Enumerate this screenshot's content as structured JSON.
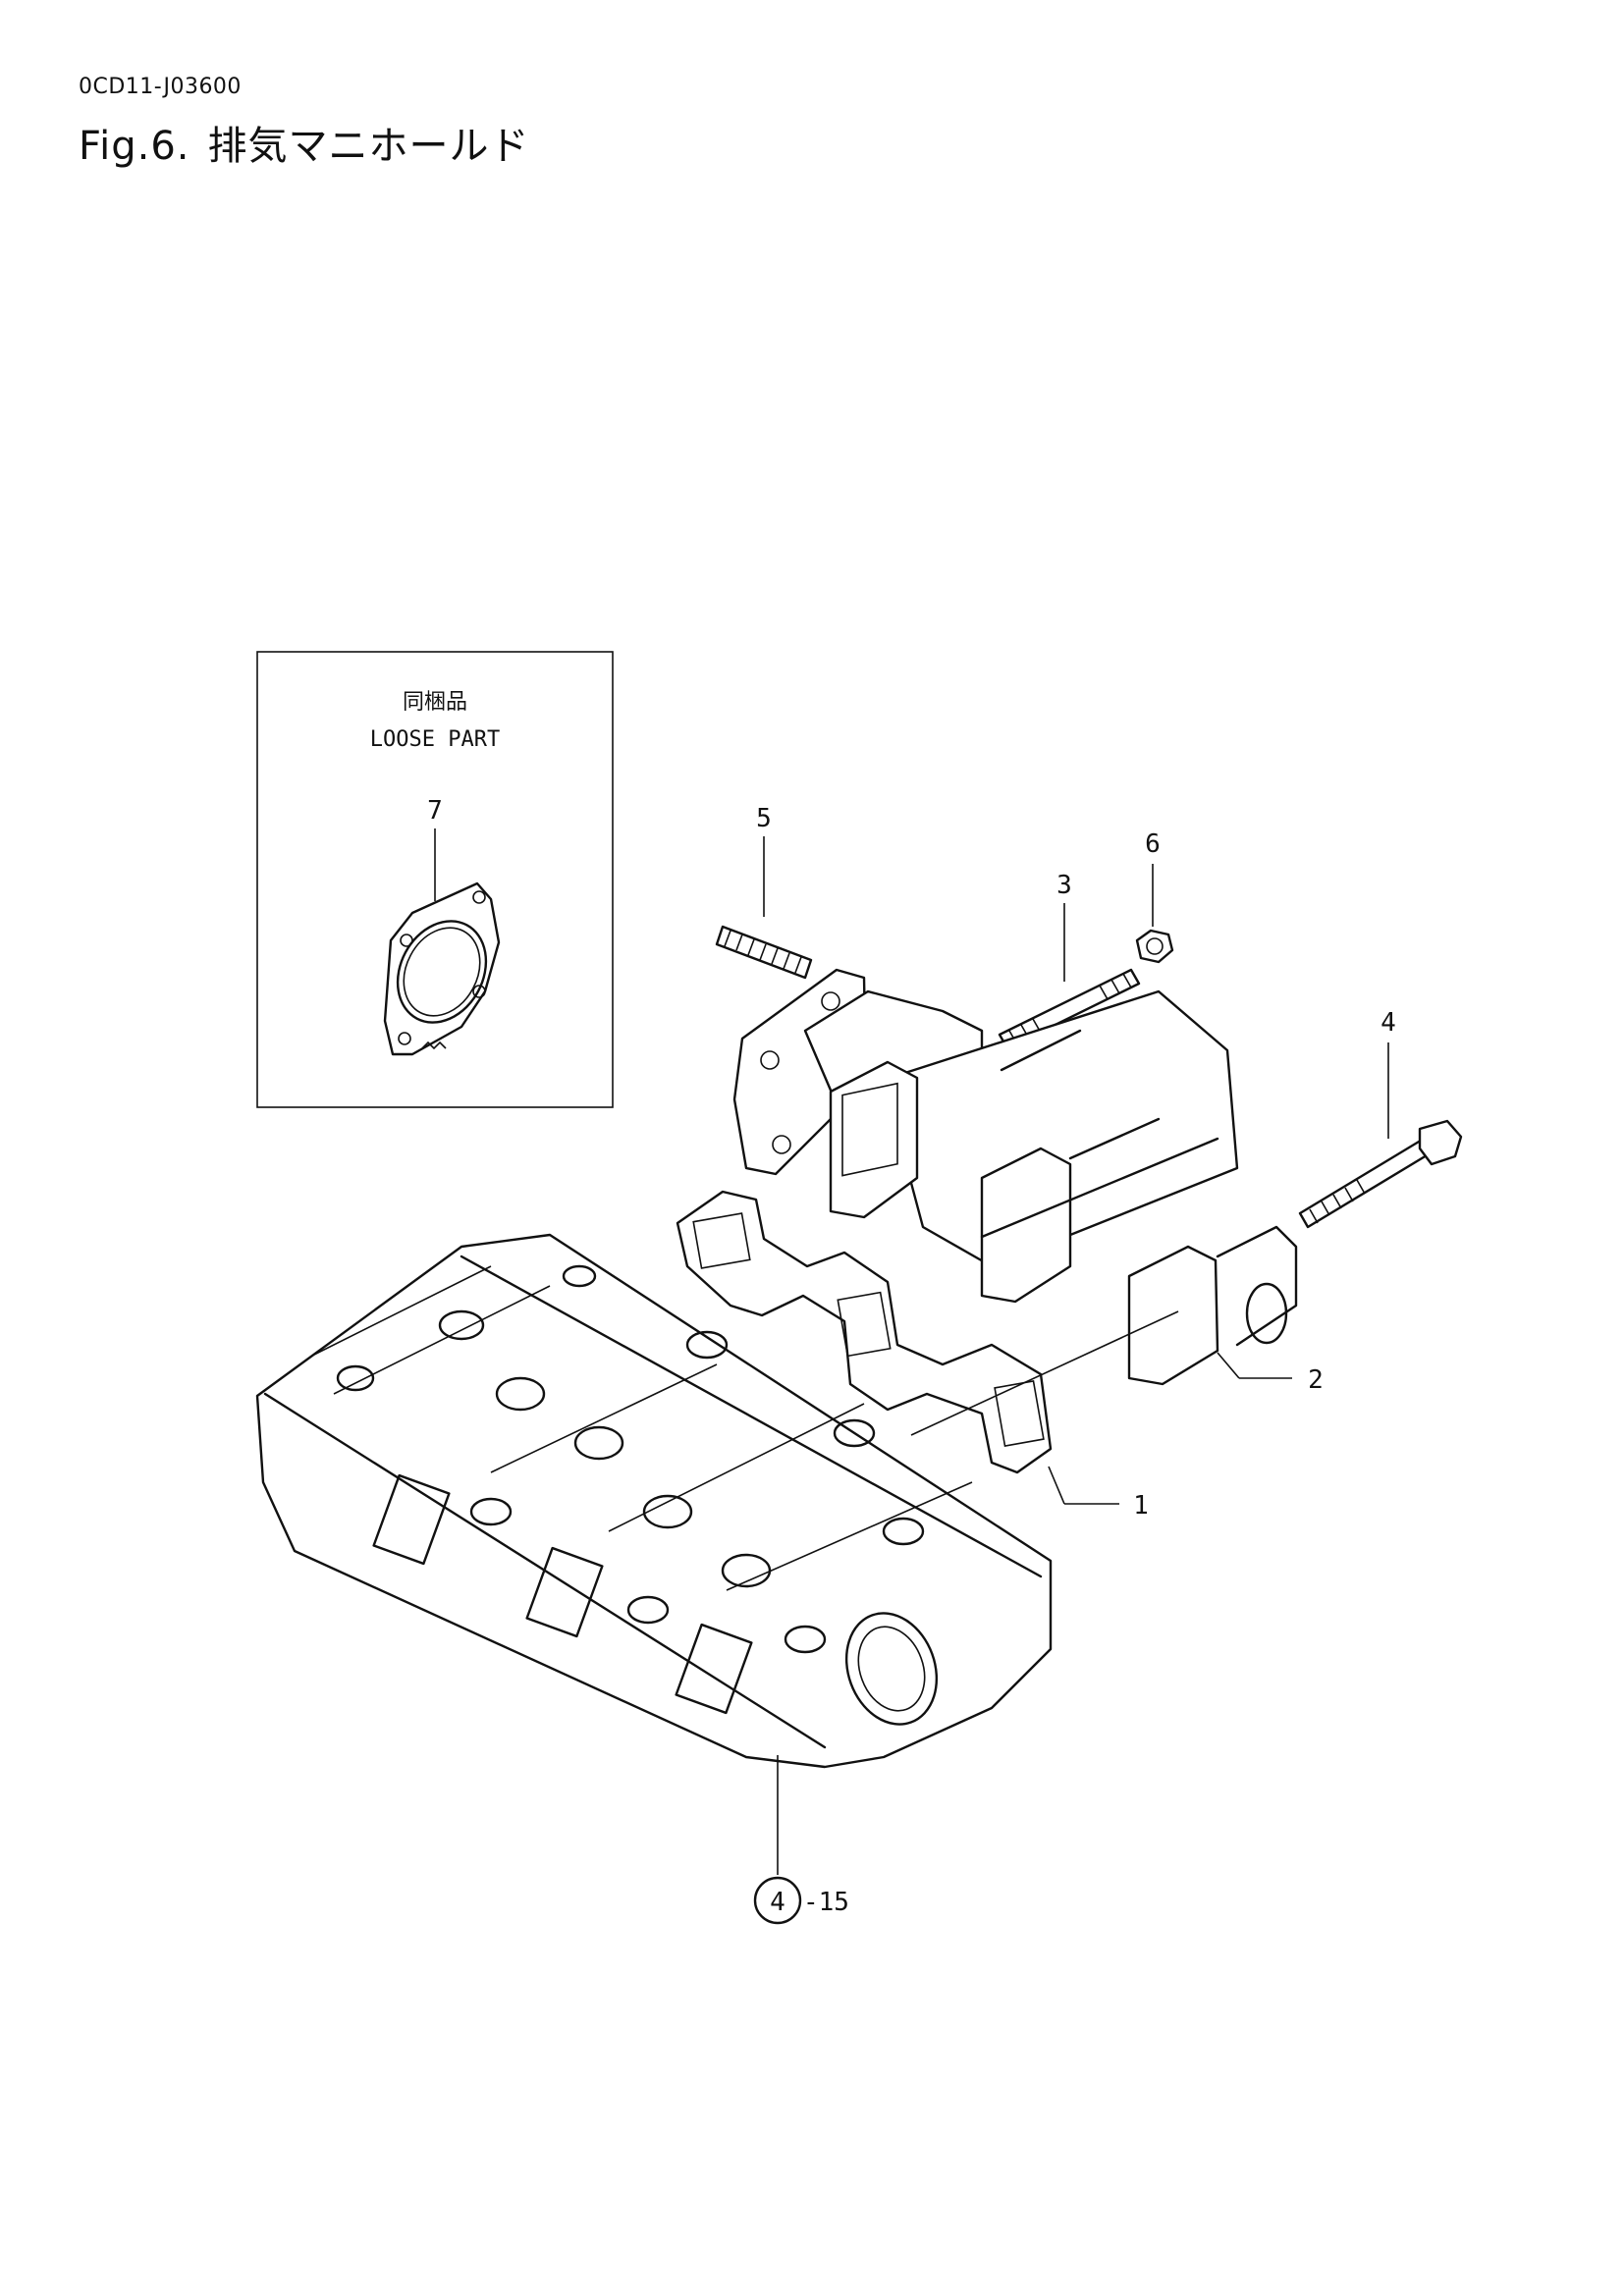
{
  "header": {
    "doc_code": "0CD11-J03600",
    "fig_number": "Fig.6.",
    "fig_title": "排気マニホールド"
  },
  "loose_part_box": {
    "label_jp": "同梱品",
    "label_en": "LOOSE PART",
    "part_number": "7"
  },
  "callouts": {
    "p1": "1",
    "p2": "2",
    "p3": "3",
    "p4": "4",
    "p5": "5",
    "p6": "6",
    "ref_circle": "4",
    "ref_suffix": "-15"
  }
}
